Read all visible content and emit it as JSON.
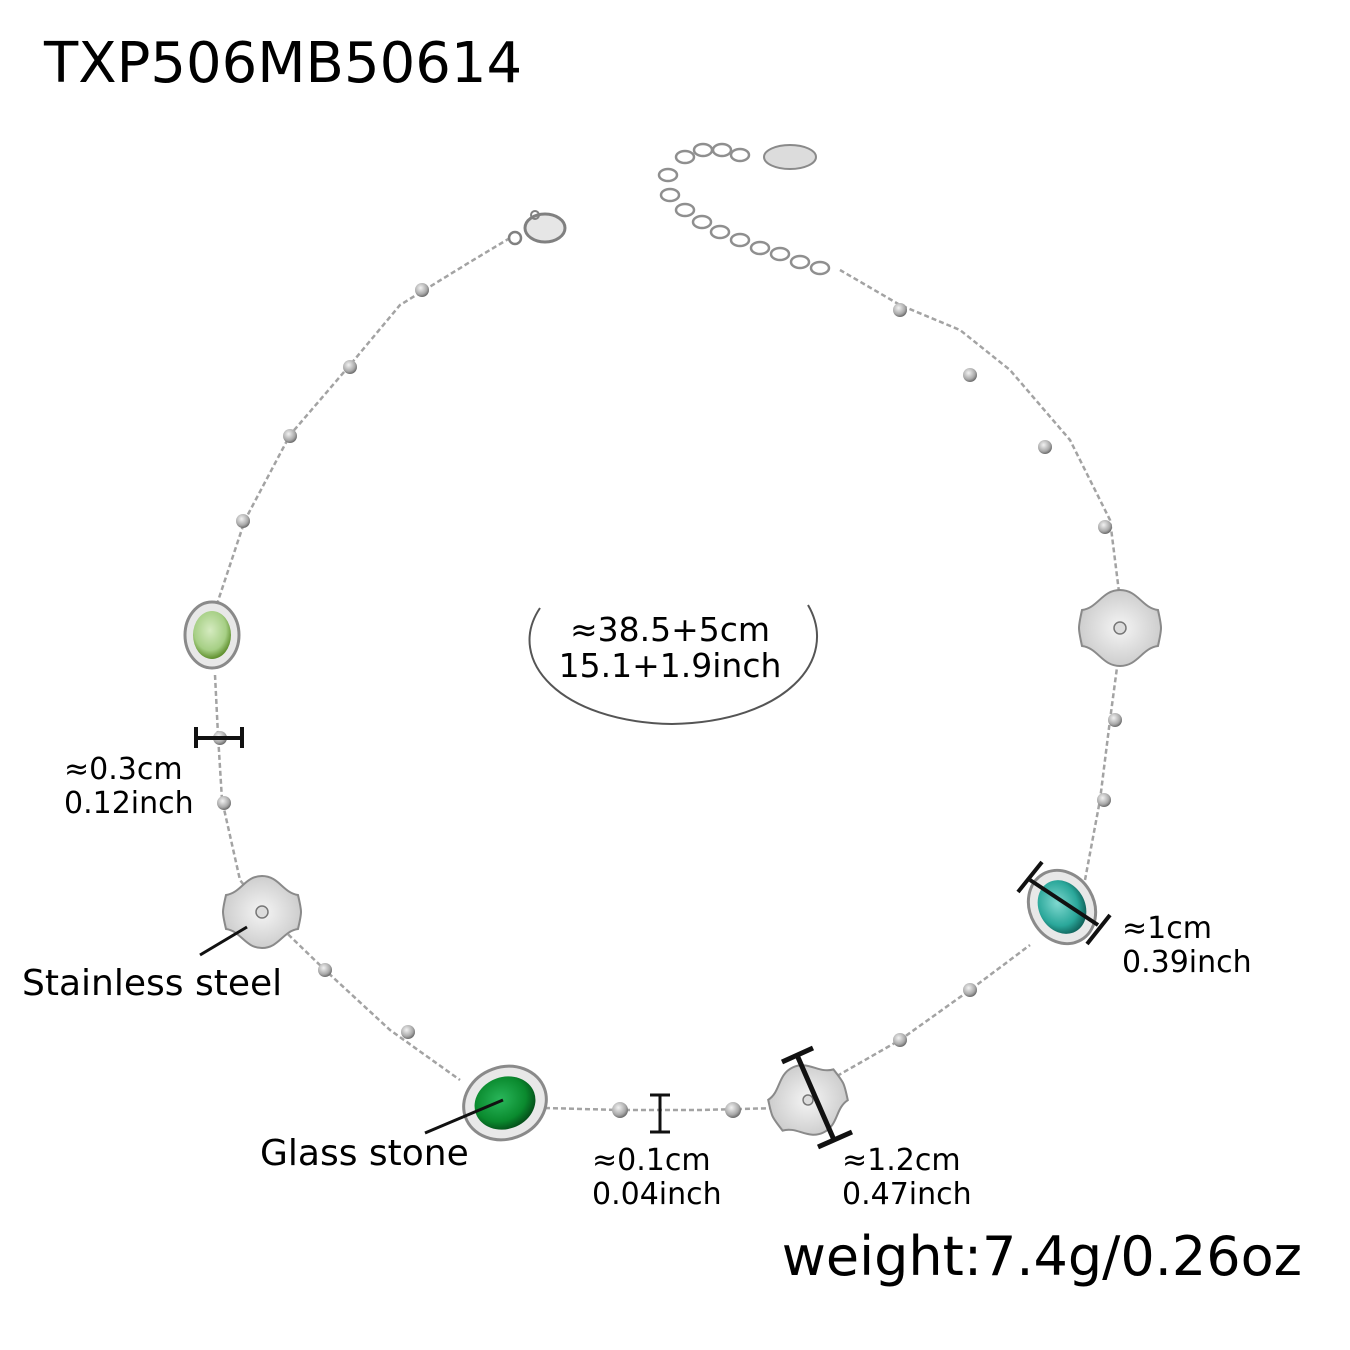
{
  "product": {
    "sku": "TXP506MB50614",
    "weight": "weight:7.4g/0.26oz"
  },
  "length": {
    "line1": "≈38.5+5cm",
    "line2": "15.1+1.9inch"
  },
  "callouts": {
    "bead_spacing": {
      "cm": "≈0.3cm",
      "inch": "0.12inch"
    },
    "stone_size": {
      "cm": "≈1cm",
      "inch": "0.39inch"
    },
    "chain_gap": {
      "cm": "≈0.1cm",
      "inch": "0.04inch"
    },
    "flower_size": {
      "cm": "≈1.2cm",
      "inch": "0.47inch"
    }
  },
  "materials": {
    "pendant": "Stainless steel",
    "stone": "Glass stone"
  },
  "colors": {
    "silver": "#c8c8c8",
    "silver_dark": "#8a8a8a",
    "stone_light_green": "#9fc77a",
    "stone_emerald": "#0a8a2e",
    "stone_teal": "#2aa79a"
  }
}
